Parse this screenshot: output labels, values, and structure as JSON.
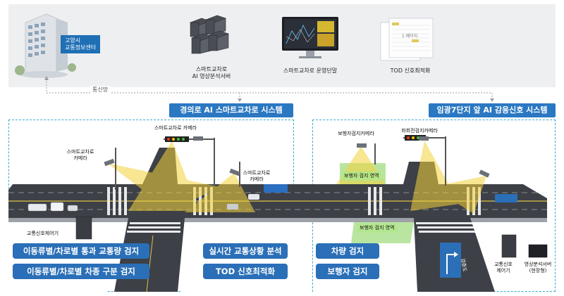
{
  "top": {
    "center_label": "고양시\n교통정보센터",
    "server_label": "스마트교차로\nAI 영상분석서버",
    "terminal_label": "스마트교차로 운영단말",
    "tod_label": "TOD 신호최적화",
    "network_label": "통신망",
    "doc_text": "1 페이지"
  },
  "left_system": {
    "title": "경의로 AI 스마트교차로 시스템",
    "camera_top": "스마트교차로 카메라",
    "camera_left": "스마트교차로\n카메라",
    "camera_right": "스마트교차로\n카메라",
    "controller": "교통신호제어기",
    "btn1": "이동류별/차로별 통과 교통량 검지",
    "btn2": "이동류별/차로별 차종 구분 검지",
    "btn3": "실시간 교통상황 분석",
    "btn4": "TOD 신호최적화"
  },
  "right_system": {
    "title": "임광7단지 앞 AI 감응신호 시스템",
    "ped_camera": "보행자검지카메라",
    "left_turn_camera": "좌회전검지카메라",
    "ped_zone1": "보행자 검지 영역",
    "ped_zone2": "보행자 검지 영역",
    "controller": "교통신호\n제어기",
    "analysis_server": "영상분석서버\n(현장형)",
    "btn1": "차량 검지",
    "btn2": "보행자 검지",
    "road_text": "검증도"
  },
  "colors": {
    "accent": "#2a78c2",
    "pill": "#2a6fb7",
    "frame": "#3ba8c9",
    "road": "#3d4046",
    "beam": "#f4d23c",
    "zone": "#a8df8a"
  }
}
